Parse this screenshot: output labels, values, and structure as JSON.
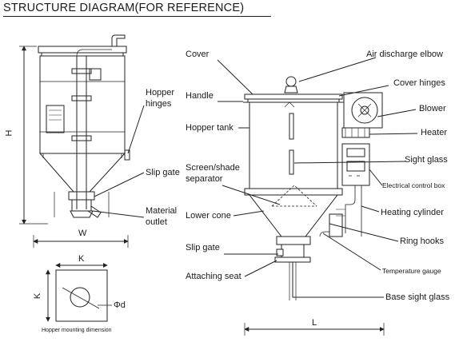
{
  "title": "STRUCTURE DIAGRAM(FOR REFERENCE)",
  "left_view": {
    "dim_h": "H",
    "dim_w": "W",
    "labels": {
      "hopper_hinges_1": "Hopper",
      "hopper_hinges_2": "hinges",
      "slip_gate": "Slip gate",
      "material_outlet_1": "Material",
      "material_outlet_2": "outlet"
    }
  },
  "mounting": {
    "dim_k_top": "K",
    "dim_k_side": "K",
    "dim_d": "Φd",
    "caption": "Hopper mounting dimension"
  },
  "right_view": {
    "dim_l": "L",
    "labels_left": {
      "cover": "Cover",
      "handle": "Handle",
      "hopper_tank": "Hopper tank",
      "screen_1": "Screen/shade",
      "screen_2": "separator",
      "lower_cone": "Lower cone",
      "slip_gate": "Slip gate",
      "attaching_seat": "Attaching seat"
    },
    "labels_right": {
      "air_discharge_elbow": "Air discharge elbow",
      "cover_hinges": "Cover hinges",
      "blower": "Blower",
      "heater": "Heater",
      "sight_glass": "Sight glass",
      "electrical_control_box": "Electrical control box",
      "heating_cylinder": "Heating cylinder",
      "ring_hooks": "Ring hooks",
      "temperature_gauge": "Temperature gauge",
      "base_sight_glass": "Base sight glass"
    }
  }
}
